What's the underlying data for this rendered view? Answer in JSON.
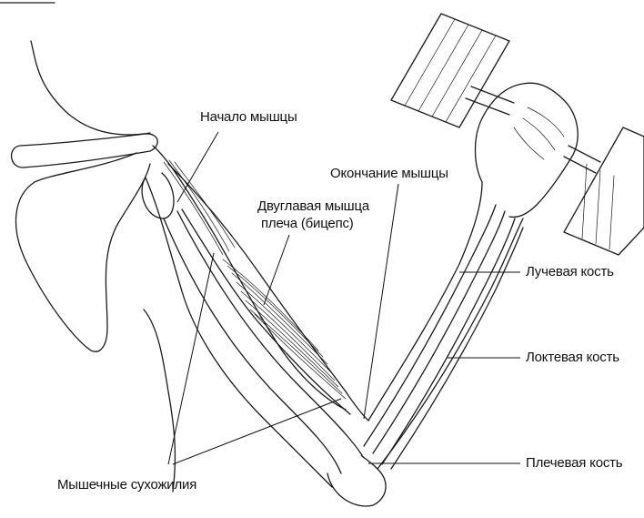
{
  "labels": {
    "muscle_origin": "Начало мышцы",
    "biceps_line1": "Двуглавая мышца",
    "biceps_line2": "плеча (бицепс)",
    "muscle_insertion": "Окончание мышцы",
    "radius": "Лучевая кость",
    "ulna": "Локтевая кость",
    "humerus": "Плечевая кость",
    "tendons": "Мышечные сухожилия"
  }
}
